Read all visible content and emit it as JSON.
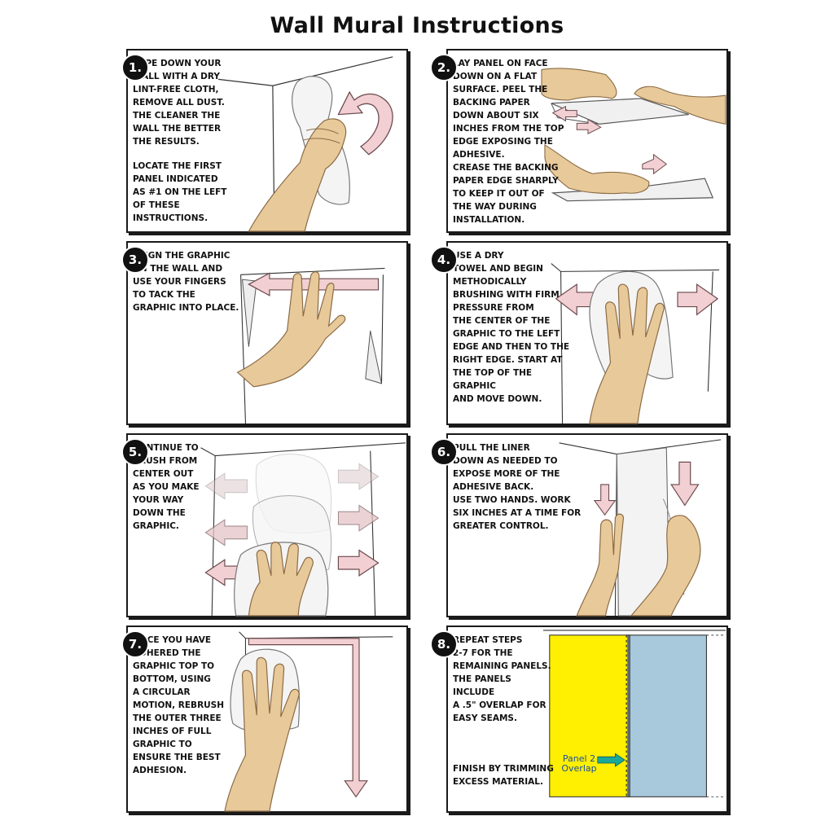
{
  "title": "Wall Mural Instructions",
  "steps": [
    {
      "num": "1.",
      "paragraphs": [
        "Wipe down your\nwall with a dry\nlint-free cloth,\nremove all dust.\nThe cleaner the\nwall the better\nthe results.",
        "Locate the first\npanel indicated\nas #1 on the left\nof these\ninstructions."
      ]
    },
    {
      "num": "2.",
      "paragraphs": [
        "Lay panel on face\ndown on a flat\nsurface. Peel the\nbacking paper\ndown about six\ninches from the top\nedge exposing the\nadhesive.\ncrease the backing\npaper edge sharply\nto keep it out of\nthe way during\ninstallation."
      ]
    },
    {
      "num": "3.",
      "paragraphs": [
        "Align the graphic\non the wall and\nuse your fingers\nto tack the\ngraphic into place."
      ]
    },
    {
      "num": "4.",
      "paragraphs": [
        "Use a dry\ntowel and begin\nmethodically\nbrushing with firm\npressure from\nthe center of the\ngraphic to the left\nedge and then to the\nright edge. Start at\nthe top of the graphic\nand move down."
      ]
    },
    {
      "num": "5.",
      "paragraphs": [
        "Continue to\nbrush from\ncenter out\nas you make\nyour way\ndown the\ngraphic."
      ]
    },
    {
      "num": "6.",
      "paragraphs": [
        "Pull the liner\ndown as needed to\nexpose more of the\nadhesive back.\nUse two hands. Work\nsix inches at a time for\ngreater control."
      ]
    },
    {
      "num": "7.",
      "paragraphs": [
        "Once you have\nadhered the\ngraphic top to\nbottom, using\na circular\nmotion, rebrush\nthe outer three\ninches of full\ngraphic to\nensure the best\nadhesion."
      ]
    },
    {
      "num": "8.",
      "paragraphs": [
        "Repeat steps\n2-7 for the\nremaining panels.\nThe panels include\na .5\" overlap for\neasy seams.",
        "Finish by trimming\nexcess material."
      ],
      "overlap_label_1": "Panel 2",
      "overlap_label_2": "Overlap"
    }
  ],
  "colors": {
    "arrow_pink": "#f1cfd2",
    "arrow_stroke": "#6b4a4e",
    "skin": "#e8c99a",
    "skin_shade": "#c9a170",
    "towel": "#f4f4f4",
    "panel_yellow": "#ffef00",
    "panel_blue": "#a8c8dc",
    "overlap_arrow": "#1aa89a"
  },
  "icons": [
    "hand-icon",
    "towel-icon",
    "arrow-icon"
  ]
}
